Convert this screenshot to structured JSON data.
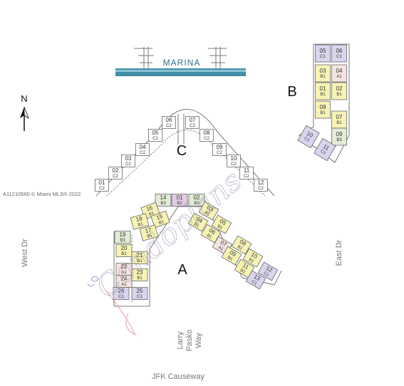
{
  "marina": {
    "label": "MARINA",
    "color": "#3f8fa7"
  },
  "north_label": "N",
  "copyright": "A11210560 © Miami MLS® 2022",
  "watermark": "Condoplans",
  "streets": {
    "west": "West Dr",
    "east": "East Dr",
    "causeway": "JFK Causeway",
    "larry": [
      "Larry",
      "Pasko",
      "Way"
    ]
  },
  "colors": {
    "A1": "#f6e4e0",
    "B1": "#f6f3b4",
    "B2": "#e4cce4",
    "B3": "#e2ecd6",
    "C1": "#d8d6ee",
    "C2": "#ffffff"
  },
  "buildings": {
    "A": {
      "label": "A",
      "units": [
        {
          "num": "14",
          "type": "B3"
        },
        {
          "num": "01",
          "type": "B2"
        },
        {
          "num": "02",
          "type": "B3"
        },
        {
          "num": "16",
          "type": "B1"
        },
        {
          "num": "15",
          "type": "B1"
        },
        {
          "num": "18",
          "type": "B1"
        },
        {
          "num": "17",
          "type": "B1"
        },
        {
          "num": "19",
          "type": "B3"
        },
        {
          "num": "20",
          "type": "B1"
        },
        {
          "num": "21",
          "type": "B1"
        },
        {
          "num": "22",
          "type": "A1"
        },
        {
          "num": "23",
          "type": "B1"
        },
        {
          "num": "24",
          "type": "A1"
        },
        {
          "num": "26",
          "type": "C1"
        },
        {
          "num": "25",
          "type": "C1"
        },
        {
          "num": "03",
          "type": "B1"
        },
        {
          "num": "04",
          "type": "B1"
        },
        {
          "num": "05",
          "type": "B1"
        },
        {
          "num": "06",
          "type": "B1"
        },
        {
          "num": "07",
          "type": "A1"
        },
        {
          "num": "08",
          "type": "B1"
        },
        {
          "num": "09",
          "type": "B1"
        },
        {
          "num": "10",
          "type": "B1"
        },
        {
          "num": "11",
          "type": "B1"
        },
        {
          "num": "12",
          "type": "C1"
        },
        {
          "num": "13",
          "type": "C1"
        }
      ]
    },
    "B": {
      "label": "B",
      "units": [
        {
          "num": "05",
          "type": "C1"
        },
        {
          "num": "06",
          "type": "C1"
        },
        {
          "num": "03",
          "type": "B1"
        },
        {
          "num": "04",
          "type": "A1"
        },
        {
          "num": "01",
          "type": "B1"
        },
        {
          "num": "02",
          "type": "B1"
        },
        {
          "num": "08",
          "type": "B1"
        },
        {
          "num": "07",
          "type": "B1"
        },
        {
          "num": "10",
          "type": "C1"
        },
        {
          "num": "09",
          "type": "B3"
        },
        {
          "num": "11",
          "type": "C1"
        }
      ]
    },
    "C": {
      "label": "C",
      "units": [
        {
          "num": "06",
          "type": "C2"
        },
        {
          "num": "05",
          "type": "C2"
        },
        {
          "num": "04",
          "type": "C2"
        },
        {
          "num": "03",
          "type": "C2"
        },
        {
          "num": "02",
          "type": "C2"
        },
        {
          "num": "01",
          "type": "C2"
        },
        {
          "num": "07",
          "type": "C2"
        },
        {
          "num": "08",
          "type": "C2"
        },
        {
          "num": "09",
          "type": "C2"
        },
        {
          "num": "10",
          "type": "C2"
        },
        {
          "num": "11",
          "type": "C2"
        },
        {
          "num": "12",
          "type": "C2"
        }
      ]
    }
  }
}
